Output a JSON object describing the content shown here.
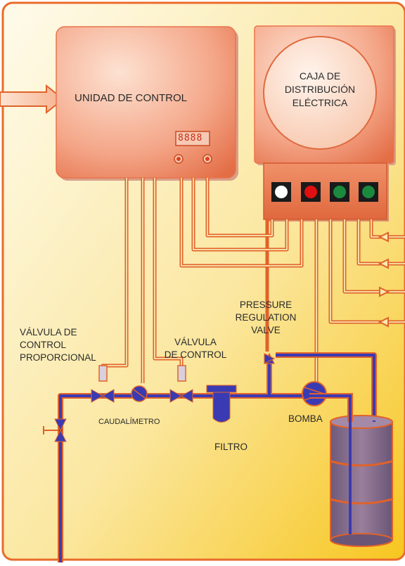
{
  "colors": {
    "panel_border": "#ea6b2b",
    "background_light": "#fdf7df",
    "background_warm": "#f8cd2b",
    "unit_fill": "#ec7a56",
    "pipe_blue": "#3a3bb3",
    "wire_orange": "#e0622a",
    "led_white": "#ffffff",
    "led_red": "#e01010",
    "led_green": "#1b8a3e",
    "tank_fill": "#8a6a8f"
  },
  "labels": {
    "control_unit": "UNIDAD DE CONTROL",
    "distribution_box_line1": "CAJA DE",
    "distribution_box_line2": "DISTRIBUCIÓN",
    "distribution_box_line3": "ELÉCTRICA",
    "display_value": "8888",
    "pressure_valve_line1": "PRESSURE",
    "pressure_valve_line2": "REGULATION",
    "pressure_valve_line3": "VALVE",
    "proportional_valve_line1": "VÁLVULA DE",
    "proportional_valve_line2": "CONTROL",
    "proportional_valve_line3": "PROPORCIONAL",
    "control_valve_line1": "VÁLVULA",
    "control_valve_line2": "DE CONTROL",
    "flowmeter": "CAUDALÍMETRO",
    "filter": "FILTRO",
    "pump": "BOMBA"
  },
  "icons": {
    "input_arrow": "arrow-right-icon",
    "valve": "valve-icon",
    "flowmeter": "flowmeter-icon",
    "filter": "filter-icon",
    "pump": "pump-icon",
    "tank": "drum-icon",
    "manual_valve": "manual-valve-icon"
  }
}
